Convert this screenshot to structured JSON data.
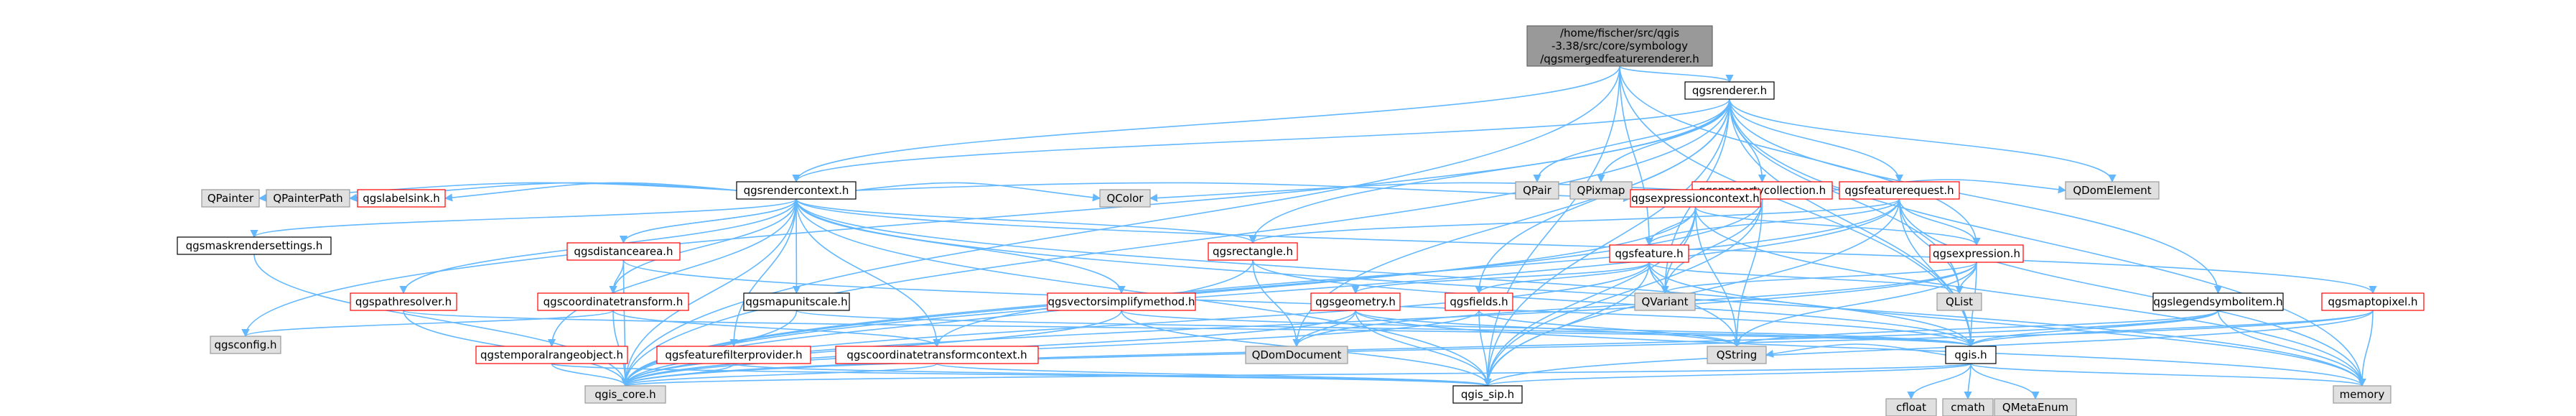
{
  "colors": {
    "root_fill": "#999999",
    "root_stroke": "#666666",
    "documented_fill": "#ffffff",
    "documented_stroke": "#000000",
    "incomplete_stroke": "#ff0000",
    "system_fill": "#e0e0e0",
    "system_stroke": "#999999",
    "edge": "#63b8ff"
  },
  "nodes": [
    {
      "id": "root",
      "lines": [
        "/home/fischer/src/qgis",
        "-3.38/src/core/symbology",
        "/qgsmergedfeaturerenderer.h"
      ],
      "kind": "root"
    },
    {
      "id": "qgsrenderer",
      "lines": [
        "qgsrenderer.h"
      ],
      "kind": "documented"
    },
    {
      "id": "qgsrendercontext",
      "lines": [
        "qgsrendercontext.h"
      ],
      "kind": "documented"
    },
    {
      "id": "QPair",
      "lines": [
        "QPair"
      ],
      "kind": "system"
    },
    {
      "id": "QPixmap",
      "lines": [
        "QPixmap"
      ],
      "kind": "system"
    },
    {
      "id": "qgspropertycollection",
      "lines": [
        "qgspropertycollection.h"
      ],
      "kind": "incomplete"
    },
    {
      "id": "qgsfeaturerequest",
      "lines": [
        "qgsfeaturerequest.h"
      ],
      "kind": "incomplete"
    },
    {
      "id": "QDomElement",
      "lines": [
        "QDomElement"
      ],
      "kind": "system"
    },
    {
      "id": "QPainter",
      "lines": [
        "QPainter"
      ],
      "kind": "system"
    },
    {
      "id": "QPainterPath",
      "lines": [
        "QPainterPath"
      ],
      "kind": "system"
    },
    {
      "id": "qgslabelsink",
      "lines": [
        "qgslabelsink.h"
      ],
      "kind": "incomplete"
    },
    {
      "id": "QColor",
      "lines": [
        "QColor"
      ],
      "kind": "system"
    },
    {
      "id": "qgsexpressioncontext",
      "lines": [
        "qgsexpressioncontext.h"
      ],
      "kind": "incomplete"
    },
    {
      "id": "qgsmaskrendersettings",
      "lines": [
        "qgsmaskrendersettings.h"
      ],
      "kind": "documented"
    },
    {
      "id": "qgsdistancearea",
      "lines": [
        "qgsdistancearea.h"
      ],
      "kind": "incomplete"
    },
    {
      "id": "qgsrectangle",
      "lines": [
        "qgsrectangle.h"
      ],
      "kind": "incomplete"
    },
    {
      "id": "qgsfeature",
      "lines": [
        "qgsfeature.h"
      ],
      "kind": "incomplete"
    },
    {
      "id": "qgsexpression",
      "lines": [
        "qgsexpression.h"
      ],
      "kind": "incomplete"
    },
    {
      "id": "qgspathresolver",
      "lines": [
        "qgspathresolver.h"
      ],
      "kind": "incomplete"
    },
    {
      "id": "qgscoordinatetransform",
      "lines": [
        "qgscoordinatetransform.h"
      ],
      "kind": "incomplete"
    },
    {
      "id": "qgsmapunitscale",
      "lines": [
        "qgsmapunitscale.h"
      ],
      "kind": "documented"
    },
    {
      "id": "qgsvectorsimplifymethod",
      "lines": [
        "qgsvectorsimplifymethod.h"
      ],
      "kind": "incomplete"
    },
    {
      "id": "qgsgeometry",
      "lines": [
        "qgsgeometry.h"
      ],
      "kind": "incomplete"
    },
    {
      "id": "qgsfields",
      "lines": [
        "qgsfields.h"
      ],
      "kind": "incomplete"
    },
    {
      "id": "QVariant",
      "lines": [
        "QVariant"
      ],
      "kind": "system"
    },
    {
      "id": "QList",
      "lines": [
        "QList"
      ],
      "kind": "system"
    },
    {
      "id": "qgslegendsymbolitem",
      "lines": [
        "qgslegendsymbolitem.h"
      ],
      "kind": "documented"
    },
    {
      "id": "qgsmaptopixel",
      "lines": [
        "qgsmaptopixel.h"
      ],
      "kind": "incomplete"
    },
    {
      "id": "qgsconfig",
      "lines": [
        "qgsconfig.h"
      ],
      "kind": "system"
    },
    {
      "id": "qgstemporalrangeobject",
      "lines": [
        "qgstemporalrangeobject.h"
      ],
      "kind": "incomplete"
    },
    {
      "id": "qgsfeaturefilterprovider",
      "lines": [
        "qgsfeaturefilterprovider.h"
      ],
      "kind": "incomplete"
    },
    {
      "id": "qgscoordinatetransformcontext",
      "lines": [
        "qgscoordinatetransformcontext.h"
      ],
      "kind": "incomplete"
    },
    {
      "id": "QDomDocument",
      "lines": [
        "QDomDocument"
      ],
      "kind": "system"
    },
    {
      "id": "QString",
      "lines": [
        "QString"
      ],
      "kind": "system"
    },
    {
      "id": "qgis",
      "lines": [
        "qgis.h"
      ],
      "kind": "documented"
    },
    {
      "id": "memory",
      "lines": [
        "memory"
      ],
      "kind": "system"
    },
    {
      "id": "qgis_core",
      "lines": [
        "qgis_core.h"
      ],
      "kind": "system"
    },
    {
      "id": "qgis_sip",
      "lines": [
        "qgis_sip.h"
      ],
      "kind": "documented"
    },
    {
      "id": "cfloat",
      "lines": [
        "cfloat"
      ],
      "kind": "system"
    },
    {
      "id": "cmath",
      "lines": [
        "cmath"
      ],
      "kind": "system"
    },
    {
      "id": "QMetaEnum",
      "lines": [
        "QMetaEnum"
      ],
      "kind": "system"
    }
  ],
  "edges": [
    [
      "root",
      "qgis_core"
    ],
    [
      "root",
      "qgis_sip"
    ],
    [
      "root",
      "qgsrenderer"
    ],
    [
      "root",
      "qgsrendercontext"
    ],
    [
      "root",
      "qgsfeature"
    ],
    [
      "root",
      "qgsexpression"
    ],
    [
      "root",
      "qgis"
    ],
    [
      "qgsrenderer",
      "qgis_core"
    ],
    [
      "qgsrenderer",
      "qgis_sip"
    ],
    [
      "qgsrenderer",
      "qgis"
    ],
    [
      "qgsrenderer",
      "qgsrectangle"
    ],
    [
      "qgsrenderer",
      "qgsrendercontext"
    ],
    [
      "qgsrenderer",
      "qgsfields"
    ],
    [
      "qgsrenderer",
      "qgsfeaturerequest"
    ],
    [
      "qgsrenderer",
      "qgsconfig"
    ],
    [
      "qgsrenderer",
      "QPair"
    ],
    [
      "qgsrenderer",
      "QPixmap"
    ],
    [
      "qgsrenderer",
      "QDomDocument"
    ],
    [
      "qgsrenderer",
      "QDomElement"
    ],
    [
      "qgsrenderer",
      "qgspropertycollection"
    ],
    [
      "qgsrenderer",
      "QVariant"
    ],
    [
      "qgsrenderer",
      "QList"
    ],
    [
      "qgsrenderer",
      "qgslegendsymbolitem"
    ],
    [
      "qgsrenderer",
      "memory"
    ],
    [
      "qgsrendercontext",
      "qgis_core"
    ],
    [
      "qgsrendercontext",
      "qgis_sip"
    ],
    [
      "qgsrendercontext",
      "QColor"
    ],
    [
      "qgsrendercontext",
      "QPainter"
    ],
    [
      "qgsrendercontext",
      "QPainterPath"
    ],
    [
      "qgsrendercontext",
      "memory"
    ],
    [
      "qgsrendercontext",
      "qgsexpressioncontext"
    ],
    [
      "qgsrendercontext",
      "qgsmaskrendersettings"
    ],
    [
      "qgsrendercontext",
      "qgsdistancearea"
    ],
    [
      "qgsrendercontext",
      "qgscoordinatetransform"
    ],
    [
      "qgsrendercontext",
      "qgsmaptopixel"
    ],
    [
      "qgsrendercontext",
      "qgsmapunitscale"
    ],
    [
      "qgsrendercontext",
      "qgsrectangle"
    ],
    [
      "qgsrendercontext",
      "qgsvectorsimplifymethod"
    ],
    [
      "qgsrendercontext",
      "qgsdistancearea"
    ],
    [
      "qgsrendercontext",
      "qgspathresolver"
    ],
    [
      "qgsrendercontext",
      "qgstemporalrangeobject"
    ],
    [
      "qgsrendercontext",
      "qgscoordinatetransformcontext"
    ],
    [
      "qgsrendercontext",
      "qgsfeaturefilterprovider"
    ],
    [
      "qgsrendercontext",
      "qgslabelsink"
    ],
    [
      "qgsrendercontext",
      "qgis"
    ],
    [
      "qgspropertycollection",
      "qgis_core"
    ],
    [
      "qgspropertycollection",
      "qgis_sip"
    ],
    [
      "qgspropertycollection",
      "qgsexpressioncontext"
    ],
    [
      "qgspropertycollection",
      "QString"
    ],
    [
      "qgspropertycollection",
      "QVariant"
    ],
    [
      "qgspropertycollection",
      "QColor"
    ],
    [
      "qgspropertycollection",
      "QDomElement"
    ],
    [
      "qgsfeaturerequest",
      "qgis_core"
    ],
    [
      "qgsfeaturerequest",
      "qgis_sip"
    ],
    [
      "qgsfeaturerequest",
      "qgsfeature"
    ],
    [
      "qgsfeaturerequest",
      "qgsrectangle"
    ],
    [
      "qgsfeaturerequest",
      "qgsexpression"
    ],
    [
      "qgsfeaturerequest",
      "qgsexpressioncontext"
    ],
    [
      "qgsfeaturerequest",
      "qgssimplifymethod"
    ],
    [
      "qgsfeaturerequest",
      "QList"
    ],
    [
      "qgsfeaturerequest",
      "memory"
    ],
    [
      "qgsfeaturerequest",
      "qgscoordinatetransformcontext"
    ],
    [
      "qgsfeaturerequest",
      "qgis"
    ],
    [
      "qgsexpressioncontext",
      "qgis_core"
    ],
    [
      "qgsexpressioncontext",
      "qgis_sip"
    ],
    [
      "qgsexpressioncontext",
      "QVariant"
    ],
    [
      "qgsexpressioncontext",
      "QString"
    ],
    [
      "qgsexpressioncontext",
      "qgsfeature"
    ],
    [
      "qgsexpressioncontext",
      "qgsexpression"
    ],
    [
      "qgsexpressioncontext",
      "memory"
    ],
    [
      "qgsmaskrendersettings",
      "qgis_core"
    ],
    [
      "qgsdistancearea",
      "qgis_core"
    ],
    [
      "qgsdistancearea",
      "qgscoordinatetransform"
    ],
    [
      "qgsdistancearea",
      "qgis"
    ],
    [
      "qgsrectangle",
      "qgis_core"
    ],
    [
      "qgsrectangle",
      "QDomDocument"
    ],
    [
      "qgsrectangle",
      "qgis"
    ],
    [
      "qgsfeature",
      "qgis_core"
    ],
    [
      "qgsfeature",
      "qgis_sip"
    ],
    [
      "qgsfeature",
      "QList"
    ],
    [
      "qgsfeature",
      "QVariant"
    ],
    [
      "qgsfeature",
      "QString"
    ],
    [
      "qgsfeature",
      "qgsgeometry"
    ],
    [
      "qgsfeature",
      "qgsfields"
    ],
    [
      "qgsfeature",
      "memory"
    ],
    [
      "qgsexpression",
      "qgis_core"
    ],
    [
      "qgsexpression",
      "QString"
    ],
    [
      "qgsexpression",
      "QVariant"
    ],
    [
      "qgsexpression",
      "QList"
    ],
    [
      "qgsexpression",
      "QDomDocument"
    ],
    [
      "qgsexpression",
      "qgis"
    ],
    [
      "qgspathresolver",
      "qgis_core"
    ],
    [
      "qgspathresolver",
      "qgis"
    ],
    [
      "qgscoordinatetransform",
      "qgis_core"
    ],
    [
      "qgscoordinatetransform",
      "qgsconfig"
    ],
    [
      "qgscoordinatetransform",
      "qgscoordinatetransformcontext"
    ],
    [
      "qgsmapunitscale",
      "qgis_core"
    ],
    [
      "qgsmapunitscale",
      "qgis"
    ],
    [
      "qgsvectorsimplifymethod",
      "qgis_core"
    ],
    [
      "qgsvectorsimplifymethod",
      "qgis_sip"
    ],
    [
      "qgsvectorsimplifymethod",
      "qgis"
    ],
    [
      "qgsgeometry",
      "qgis_core"
    ],
    [
      "qgsgeometry",
      "qgis_sip"
    ],
    [
      "qgsgeometry",
      "QDomDocument"
    ],
    [
      "qgsgeometry",
      "QString"
    ],
    [
      "qgsgeometry",
      "memory"
    ],
    [
      "qgsfields",
      "qgis_core"
    ],
    [
      "qgsfields",
      "qgis_sip"
    ],
    [
      "qgsfields",
      "QString"
    ],
    [
      "qgslegendsymbolitem",
      "qgis_core"
    ],
    [
      "qgslegendsymbolitem",
      "QString"
    ],
    [
      "qgslegendsymbolitem",
      "memory"
    ],
    [
      "qgslegendsymbolitem",
      "qgis"
    ],
    [
      "qgsmaptopixel",
      "qgis_core"
    ],
    [
      "qgsmaptopixel",
      "qgis_sip"
    ],
    [
      "qgsmaptopixel",
      "memory"
    ],
    [
      "qgsmaptopixel",
      "qgis"
    ],
    [
      "qgstemporalrangeobject",
      "qgis_core"
    ],
    [
      "qgstemporalrangeobject",
      "qgis_sip"
    ],
    [
      "qgsfeaturefilterprovider",
      "qgis_core"
    ],
    [
      "qgsfeaturefilterprovider",
      "qgis_sip"
    ],
    [
      "qgscoordinatetransformcontext",
      "qgis_core"
    ],
    [
      "qgscoordinatetransformcontext",
      "qgis_sip"
    ],
    [
      "qgis",
      "qgis_core"
    ],
    [
      "qgis",
      "qgis_sip"
    ],
    [
      "qgis",
      "cfloat"
    ],
    [
      "qgis",
      "cmath"
    ],
    [
      "qgis",
      "QMetaEnum"
    ],
    [
      "qgis",
      "memory"
    ],
    [
      "qgis",
      "QString"
    ]
  ]
}
